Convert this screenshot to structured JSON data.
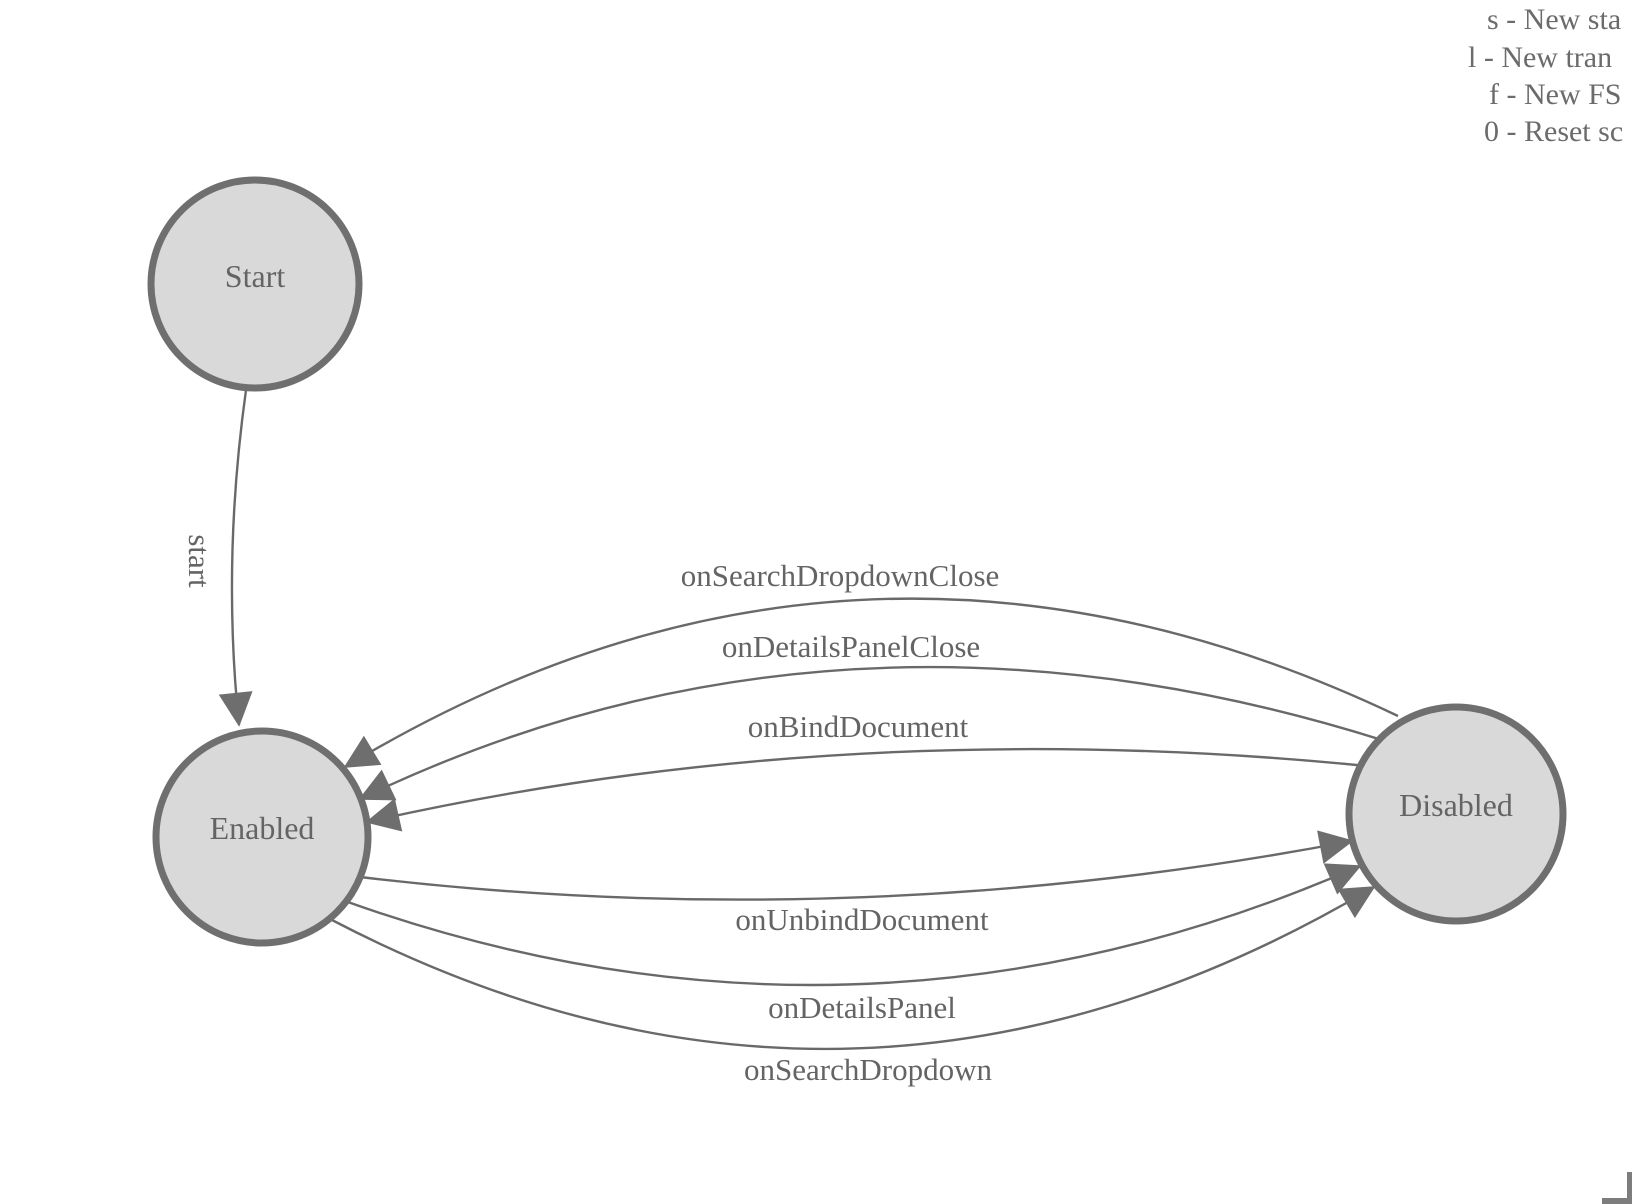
{
  "legend": {
    "lines": [
      "s - New sta",
      "l - New tran",
      "f - New FS",
      "0 - Reset sc"
    ]
  },
  "diagram": {
    "type": "finite-state-machine",
    "states": [
      {
        "label": "Start"
      },
      {
        "label": "Enabled"
      },
      {
        "label": "Disabled"
      }
    ],
    "transitions": [
      {
        "label": "start",
        "from": "Start",
        "to": "Enabled"
      },
      {
        "label": "onSearchDropdownClose",
        "from": "Disabled",
        "to": "Enabled"
      },
      {
        "label": "onDetailsPanelClose",
        "from": "Disabled",
        "to": "Enabled"
      },
      {
        "label": "onBindDocument",
        "from": "Disabled",
        "to": "Enabled"
      },
      {
        "label": "onUnbindDocument",
        "from": "Enabled",
        "to": "Disabled"
      },
      {
        "label": "onDetailsPanel",
        "from": "Enabled",
        "to": "Disabled"
      },
      {
        "label": "onSearchDropdown",
        "from": "Enabled",
        "to": "Disabled"
      }
    ]
  },
  "colors": {
    "background": "#ffffff",
    "node_fill": "#d9d9d9",
    "node_stroke": "#6f6f6f",
    "edge_line": "#696969",
    "arrowhead": "#6e6e6e",
    "label_text": "#646464",
    "legend_text": "#6b6b6b",
    "corner_marker": "#7d7d7d"
  }
}
